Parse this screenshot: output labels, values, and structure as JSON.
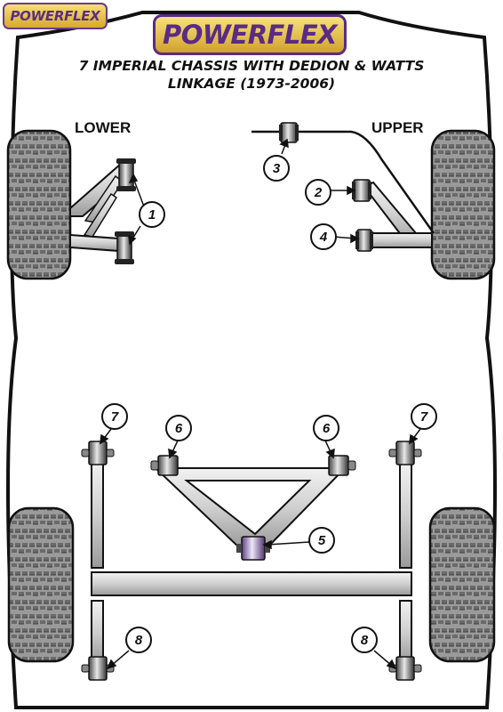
{
  "brand": {
    "small_logo_text": "POWERFLEX",
    "main_logo_text": "POWERFLEX"
  },
  "title": {
    "line1": "7 IMPERIAL CHASSIS WITH DEDION & WATTS",
    "line2": "LINKAGE (1973-2006)"
  },
  "labels": {
    "lower": "LOWER",
    "upper": "UPPER"
  },
  "callouts": {
    "c1": "1",
    "c2": "2",
    "c3": "3",
    "c4": "4",
    "c5": "5",
    "c6_left": "6",
    "c6_right": "6",
    "c7_left": "7",
    "c7_right": "7",
    "c8_left": "8",
    "c8_right": "8"
  },
  "colors": {
    "bush_highlight": "#c9b3e6",
    "tyre": "#8f8f8f",
    "arm": "#d9d9d9"
  }
}
